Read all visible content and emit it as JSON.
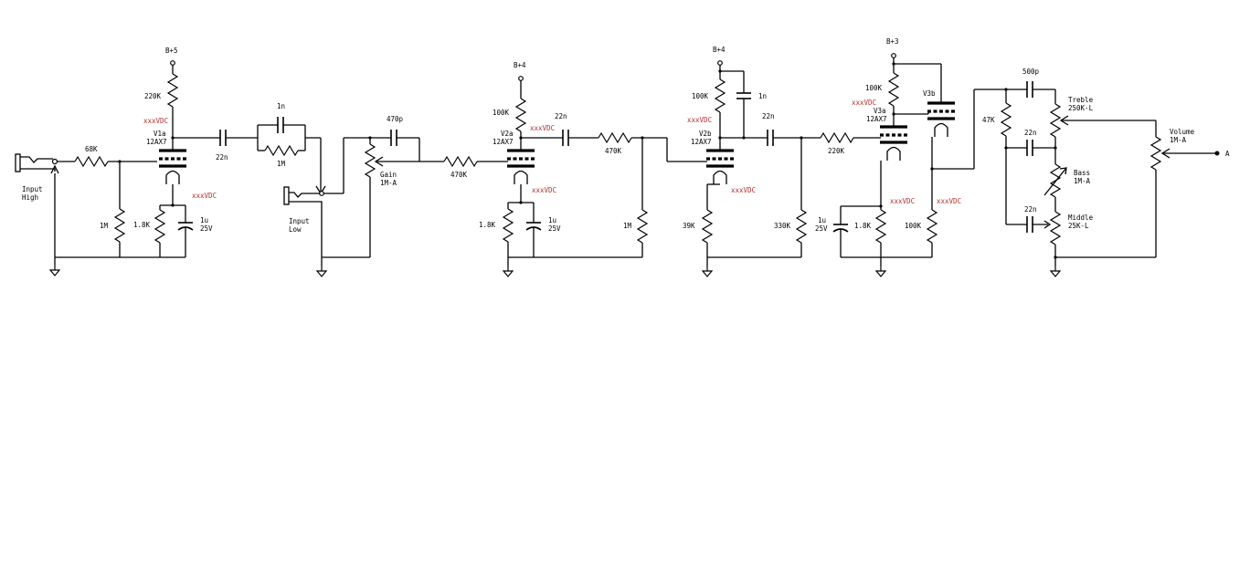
{
  "inputs": {
    "high": [
      "Input",
      "High"
    ],
    "low": [
      "Input",
      "Low"
    ]
  },
  "rails": {
    "v1": "B+5",
    "v2a": "B+4",
    "v2b": "B+4",
    "v3": "B+3"
  },
  "tubes": {
    "v1a": [
      "V1a",
      "12AX7"
    ],
    "v2a": [
      "V2a",
      "12AX7"
    ],
    "v2b": [
      "V2b",
      "12AX7"
    ],
    "v3a": [
      "V3a",
      "12AX7"
    ],
    "v3b": "V3b"
  },
  "voltage_placeholder": "xxxVDC",
  "components": {
    "r_68k": "68K",
    "r_1m_grid": "1M",
    "r_1_8k_v1": "1.8K",
    "c_1u_v1": [
      "1u",
      "25V"
    ],
    "r_220k_plate_v1": "220K",
    "c_22n_v1_out": "22n",
    "c_1n_bright": "1n",
    "r_1m_parallel": "1M",
    "c_470p": "470p",
    "pot_gain": [
      "Gain",
      "1M-A"
    ],
    "r_470k_grid_v2a": "470K",
    "r_100k_plate_v2a": "100K",
    "r_1_8k_v2a": "1.8K",
    "c_1u_v2a": [
      "1u",
      "25V"
    ],
    "c_22n_v2a_out": "22n",
    "r_470k_series": "470K",
    "r_1m_v2b_grid": "1M",
    "r_100k_plate_v2b": "100K",
    "c_1n_v2b": "1n",
    "r_39k": "39K",
    "c_22n_v2b_out": "22n",
    "r_330k": "330K",
    "r_220k_series": "220K",
    "r_100k_plate_v3a": "100K",
    "c_1u_v3a": [
      "1u",
      "25V"
    ],
    "r_1_8k_v3a": "1.8K",
    "r_100k_cathode_v3b": "100K",
    "c_500p": "500p",
    "r_47k": "47K",
    "c_22n_tone_1": "22n",
    "c_22n_tone_2": "22n",
    "pot_treble": [
      "Treble",
      "250K-L"
    ],
    "pot_bass": [
      "Bass",
      "1M-A"
    ],
    "pot_middle": [
      "Middle",
      "25K-L"
    ],
    "pot_volume": [
      "Volume",
      "1M-A"
    ]
  },
  "output_label": "A"
}
